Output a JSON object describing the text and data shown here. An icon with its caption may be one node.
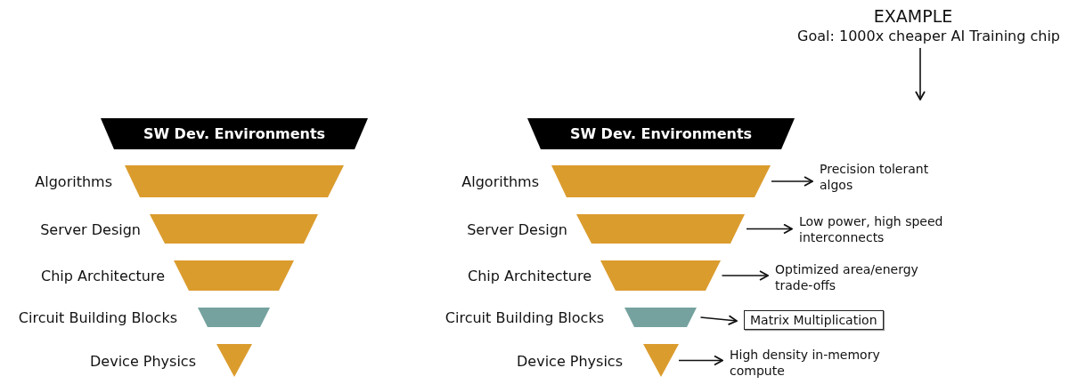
{
  "diagram": {
    "nodes": [
      {
        "text": [
          "SW Dev. Environments"
        ]
      },
      {
        "text": [],
        "shape": "trapezoid",
        "beside": [
          "Algorithms"
        ]
      },
      {
        "text": [],
        "shape": "trapezoid",
        "beside": [
          "Server Design"
        ]
      },
      {
        "text": [],
        "shape": "trapezoid",
        "beside": [
          "Chip Architecture"
        ]
      },
      {
        "text": [],
        "shape": "trapezoid",
        "beside": [
          "Circuit Building Blocks"
        ]
      },
      {
        "text": [],
        "shape": "triangle",
        "beside": [
          "Device Physics"
        ]
      },
      {
        "text": [
          "SW Dev. Environments"
        ]
      },
      {
        "text": [],
        "shape": "trapezoid",
        "beside": [
          "Algorithms"
        ]
      },
      {
        "text": [],
        "shape": "trapezoid",
        "beside": [
          "Server Design"
        ]
      },
      {
        "text": [],
        "shape": "trapezoid",
        "beside": [
          "Chip Architecture"
        ]
      },
      {
        "text": [],
        "shape": "trapezoid",
        "beside": [
          "Circuit Building Blocks"
        ]
      },
      {
        "text": [],
        "shape": "triangle",
        "beside": [
          "Device Physics"
        ]
      },
      {
        "text": [
          "Precision tolerant algos"
        ]
      },
      {
        "text": [
          "Low power, high speed interconnects"
        ]
      },
      {
        "text": [
          "Optimized area/energy trade-offs"
        ]
      },
      {
        "text": [
          "Matrix Multiplication"
        ]
      },
      {
        "text": [
          "High density in-memory compute"
        ]
      },
      {
        "text": [
          "EXAMPLE",
          "Goal: 1000x cheaper AI Training chip"
        ]
      }
    ],
    "edges": [
      {
        "from": 7,
        "to": 12,
        "arrow": "to"
      },
      {
        "from": 8,
        "to": 13,
        "arrow": "to"
      },
      {
        "from": 9,
        "to": 14,
        "arrow": "to"
      },
      {
        "from": 10,
        "to": 15,
        "arrow": "to"
      },
      {
        "from": 11,
        "to": 16,
        "arrow": "to"
      },
      {
        "from": 17,
        "to": null,
        "arrow": "to"
      }
    ]
  }
}
